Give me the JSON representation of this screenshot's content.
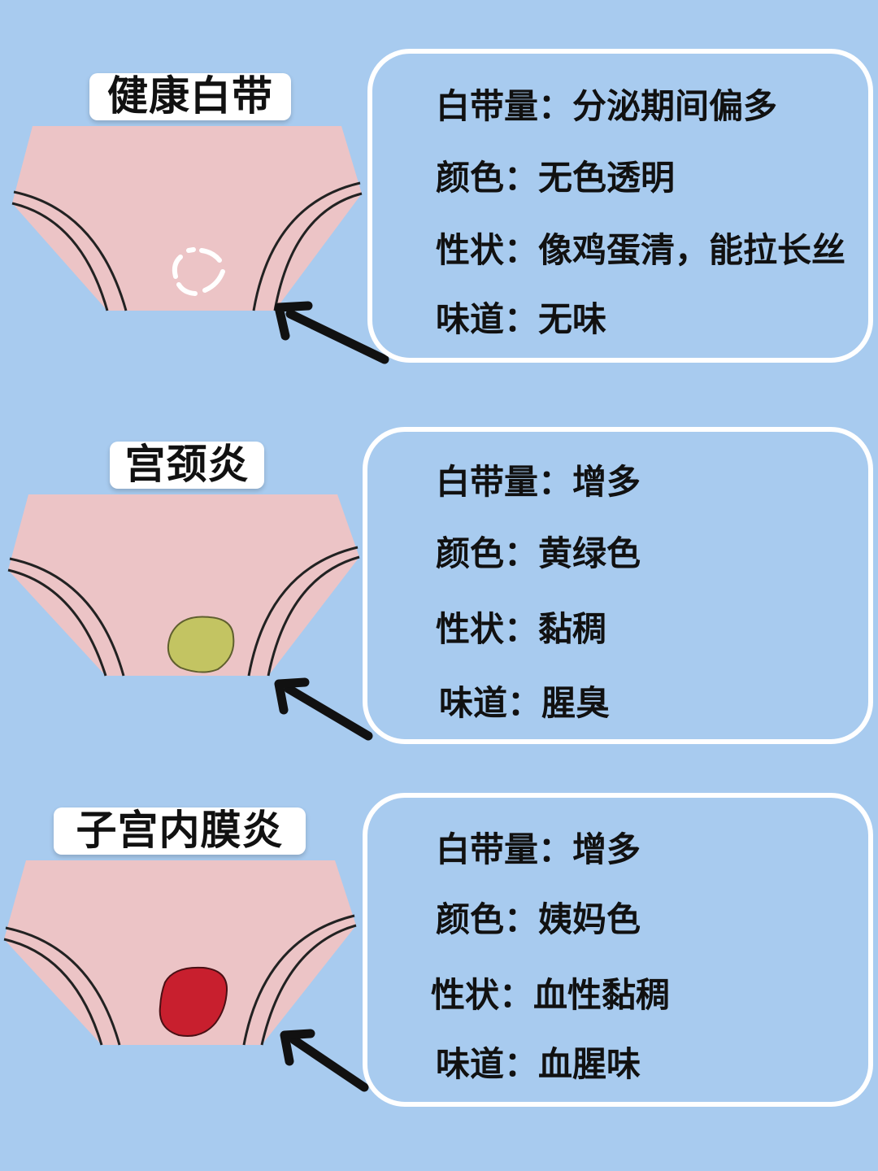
{
  "theme": {
    "background": "#a8cbef",
    "panty": "#ecc4c6",
    "seam": "#222222",
    "arrow": "#111111"
  },
  "sections": [
    {
      "title": "健康白带",
      "stain_color": "#ffffff",
      "stain_style": "dashed-outline",
      "lines": [
        "白带量：分泌期间偏多",
        "颜色：无色透明",
        "性状：像鸡蛋清，能拉长丝",
        "味道：无味"
      ]
    },
    {
      "title": "宫颈炎",
      "stain_color": "#c3c462",
      "stain_style": "filled",
      "lines": [
        "白带量：增多",
        "颜色：黄绿色",
        "性状：黏稠",
        "味道：腥臭"
      ]
    },
    {
      "title": "子宫内膜炎",
      "stain_color": "#c81f2e",
      "stain_style": "filled",
      "lines": [
        "白带量：增多",
        "颜色：姨妈色",
        "性状：血性黏稠",
        "味道：血腥味"
      ]
    }
  ]
}
